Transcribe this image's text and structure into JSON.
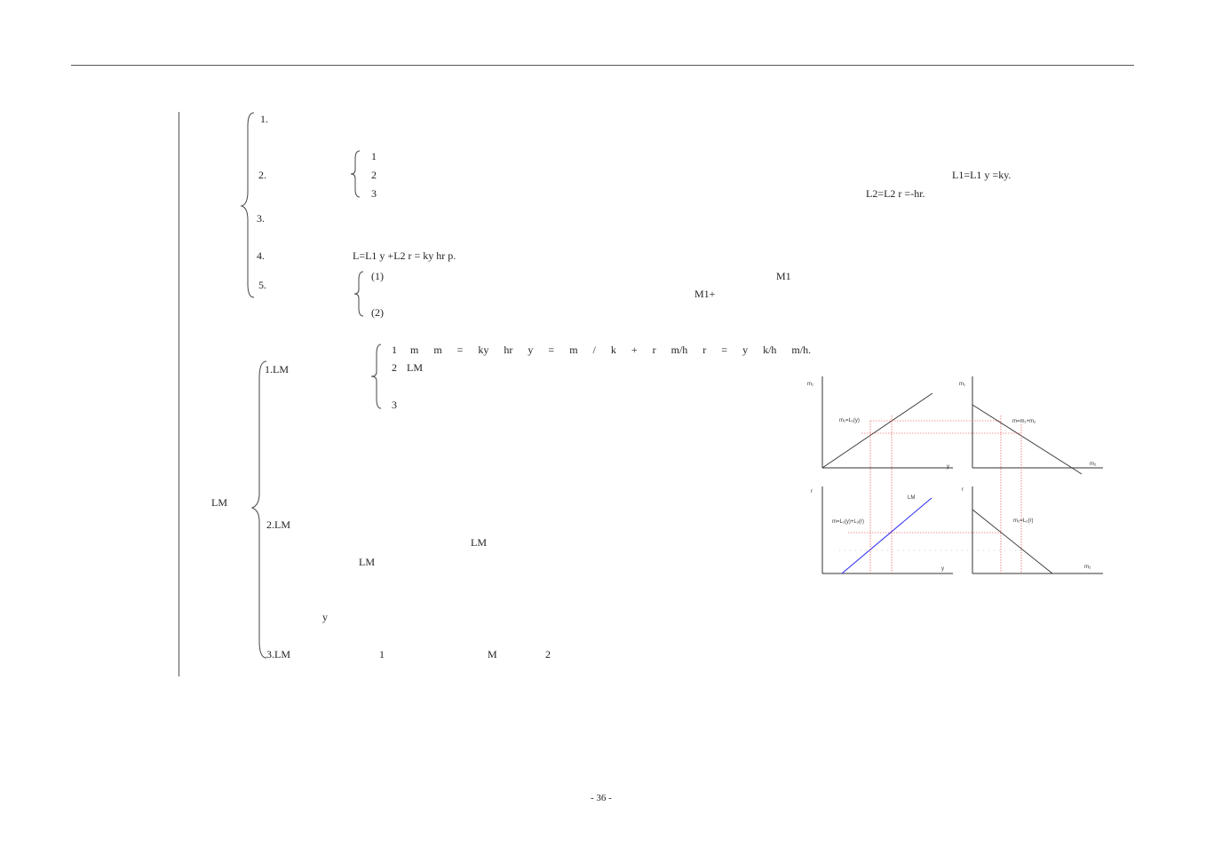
{
  "outline_a": {
    "items": [
      {
        "num": "1."
      },
      {
        "num": "2.",
        "sub": [
          "1",
          "2",
          "3"
        ]
      },
      {
        "num": "3."
      },
      {
        "num": "4.",
        "formula": "L=L1 y +L2 r = ky hr p."
      },
      {
        "num": "5.",
        "sub": [
          "(1)",
          "(2)"
        ],
        "notes": [
          "M1",
          "M1+"
        ]
      }
    ],
    "formula_L1": "L1=L1 y =ky.",
    "formula_L2": "L2=L2 r =-hr."
  },
  "outline_b": {
    "root": "LM",
    "item1": {
      "label": "1.LM",
      "sub": [
        {
          "num": "1",
          "text": "m m = ky hr y = m / k + r m/h r = y k/h m/h."
        },
        {
          "num": "2",
          "text": "LM"
        },
        {
          "num": "3",
          "text": ""
        }
      ]
    },
    "item2": {
      "label": "2.LM",
      "fragments": [
        "LM",
        "LM",
        "y"
      ]
    },
    "item3": {
      "label": "3.LM",
      "fragments": [
        "1",
        "M",
        "2"
      ]
    }
  },
  "diagram": {
    "q1": {
      "y_axis": "m₁",
      "x_axis": "y",
      "curve": "m₁=L₁(y)"
    },
    "q2": {
      "y_axis": "m₁",
      "x_axis": "m₂",
      "curve": "m=m₁+m₂"
    },
    "q3": {
      "y_axis": "r",
      "x_axis": "y",
      "curve": "m=L₁(y)+L₂(r)",
      "lm_label": "LM"
    },
    "q4": {
      "y_axis": "r",
      "x_axis": "m₂",
      "curve": "m₂=L₂(r)"
    },
    "colors": {
      "axes": "#333333",
      "guide": "#e03030",
      "lm": "#2a2af0"
    }
  },
  "page_number": "- 36 -"
}
